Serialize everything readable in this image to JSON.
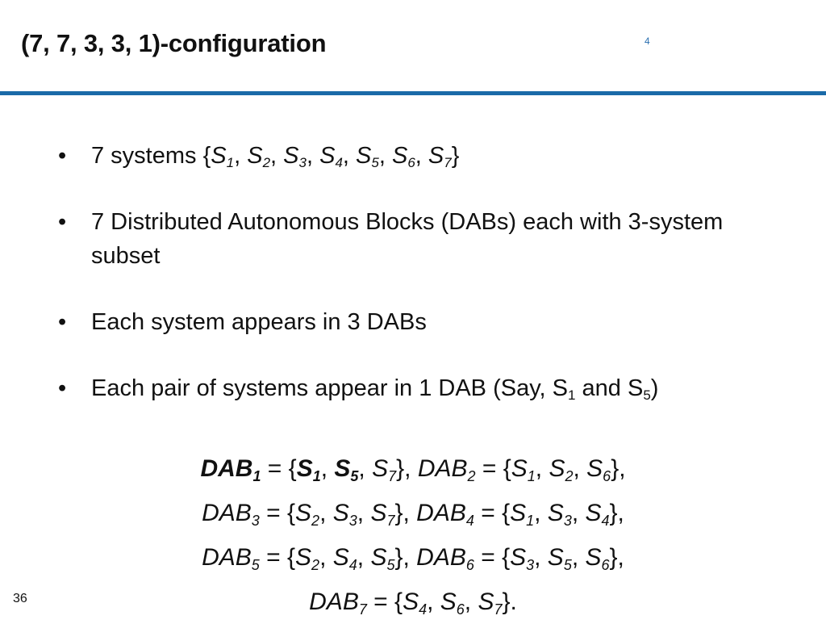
{
  "slide": {
    "title": "(7, 7, 3, 3, 1)-configuration",
    "corner_mark": "4",
    "page_number": "36"
  },
  "bullets": [
    {
      "segments": [
        {
          "text": "7 systems {"
        },
        {
          "text": "S",
          "italic": true
        },
        {
          "text": "1",
          "sub": true,
          "italic": true
        },
        {
          "text": ", "
        },
        {
          "text": "S",
          "italic": true
        },
        {
          "text": "2",
          "sub": true,
          "italic": true
        },
        {
          "text": ", "
        },
        {
          "text": "S",
          "italic": true
        },
        {
          "text": "3",
          "sub": true,
          "italic": true
        },
        {
          "text": ", "
        },
        {
          "text": "S",
          "italic": true
        },
        {
          "text": "4",
          "sub": true,
          "italic": true
        },
        {
          "text": ", "
        },
        {
          "text": "S",
          "italic": true
        },
        {
          "text": "5",
          "sub": true,
          "italic": true
        },
        {
          "text": ", "
        },
        {
          "text": "S",
          "italic": true
        },
        {
          "text": "6",
          "sub": true,
          "italic": true
        },
        {
          "text": ", "
        },
        {
          "text": "S",
          "italic": true
        },
        {
          "text": "7",
          "sub": true,
          "italic": true
        },
        {
          "text": "}"
        }
      ]
    },
    {
      "segments": [
        {
          "text": "7 Distributed Autonomous Blocks (DABs) each with 3-system subset"
        }
      ]
    },
    {
      "segments": [
        {
          "text": "Each system appears in 3 DABs"
        }
      ]
    },
    {
      "segments": [
        {
          "text": "Each pair of systems appear in 1 DAB (Say, S"
        },
        {
          "text": "1",
          "sub": true
        },
        {
          "text": " and S"
        },
        {
          "text": "5",
          "sub": true
        },
        {
          "text": ")"
        }
      ]
    }
  ],
  "dab_lines": [
    [
      {
        "text": "DAB",
        "italic": true,
        "bold": true
      },
      {
        "text": "1",
        "sub": true,
        "italic": true,
        "bold": true
      },
      {
        "text": " = {"
      },
      {
        "text": "S",
        "italic": true,
        "bold": true
      },
      {
        "text": "1",
        "sub": true,
        "italic": true,
        "bold": true
      },
      {
        "text": ", "
      },
      {
        "text": "S",
        "italic": true,
        "bold": true
      },
      {
        "text": "5",
        "sub": true,
        "italic": true,
        "bold": true
      },
      {
        "text": ", "
      },
      {
        "text": "S",
        "italic": true
      },
      {
        "text": "7",
        "sub": true,
        "italic": true
      },
      {
        "text": "}, "
      },
      {
        "text": "DAB",
        "italic": true
      },
      {
        "text": "2",
        "sub": true,
        "italic": true
      },
      {
        "text": " = {"
      },
      {
        "text": "S",
        "italic": true
      },
      {
        "text": "1",
        "sub": true,
        "italic": true
      },
      {
        "text": ", "
      },
      {
        "text": "S",
        "italic": true
      },
      {
        "text": "2",
        "sub": true,
        "italic": true
      },
      {
        "text": ", "
      },
      {
        "text": "S",
        "italic": true
      },
      {
        "text": "6",
        "sub": true,
        "italic": true
      },
      {
        "text": "},"
      }
    ],
    [
      {
        "text": "DAB",
        "italic": true
      },
      {
        "text": "3",
        "sub": true,
        "italic": true
      },
      {
        "text": " = {"
      },
      {
        "text": "S",
        "italic": true
      },
      {
        "text": "2",
        "sub": true,
        "italic": true
      },
      {
        "text": ", "
      },
      {
        "text": "S",
        "italic": true
      },
      {
        "text": "3",
        "sub": true,
        "italic": true
      },
      {
        "text": ", "
      },
      {
        "text": "S",
        "italic": true
      },
      {
        "text": "7",
        "sub": true,
        "italic": true
      },
      {
        "text": "}, "
      },
      {
        "text": "DAB",
        "italic": true
      },
      {
        "text": "4",
        "sub": true,
        "italic": true
      },
      {
        "text": " = {"
      },
      {
        "text": "S",
        "italic": true
      },
      {
        "text": "1",
        "sub": true,
        "italic": true
      },
      {
        "text": ", "
      },
      {
        "text": "S",
        "italic": true
      },
      {
        "text": "3",
        "sub": true,
        "italic": true
      },
      {
        "text": ", "
      },
      {
        "text": "S",
        "italic": true
      },
      {
        "text": "4",
        "sub": true,
        "italic": true
      },
      {
        "text": "},"
      }
    ],
    [
      {
        "text": "DAB",
        "italic": true
      },
      {
        "text": "5",
        "sub": true,
        "italic": true
      },
      {
        "text": " = {"
      },
      {
        "text": "S",
        "italic": true
      },
      {
        "text": "2",
        "sub": true,
        "italic": true
      },
      {
        "text": ", "
      },
      {
        "text": "S",
        "italic": true
      },
      {
        "text": "4",
        "sub": true,
        "italic": true
      },
      {
        "text": ", "
      },
      {
        "text": "S",
        "italic": true
      },
      {
        "text": "5",
        "sub": true,
        "italic": true
      },
      {
        "text": "}, "
      },
      {
        "text": "DAB",
        "italic": true
      },
      {
        "text": "6",
        "sub": true,
        "italic": true
      },
      {
        "text": " = {"
      },
      {
        "text": "S",
        "italic": true
      },
      {
        "text": "3",
        "sub": true,
        "italic": true
      },
      {
        "text": ", "
      },
      {
        "text": "S",
        "italic": true
      },
      {
        "text": "5",
        "sub": true,
        "italic": true
      },
      {
        "text": ", "
      },
      {
        "text": "S",
        "italic": true
      },
      {
        "text": "6",
        "sub": true,
        "italic": true
      },
      {
        "text": "},"
      }
    ],
    [
      {
        "text": "DAB",
        "italic": true
      },
      {
        "text": "7",
        "sub": true,
        "italic": true
      },
      {
        "text": " = {"
      },
      {
        "text": "S",
        "italic": true
      },
      {
        "text": "4",
        "sub": true,
        "italic": true
      },
      {
        "text": ", "
      },
      {
        "text": "S",
        "italic": true
      },
      {
        "text": "6",
        "sub": true,
        "italic": true
      },
      {
        "text": ", "
      },
      {
        "text": "S",
        "italic": true
      },
      {
        "text": "7",
        "sub": true,
        "italic": true
      },
      {
        "text": "}."
      }
    ]
  ],
  "colors": {
    "rule": "#1a6aa8",
    "text": "#111111",
    "background": "#ffffff"
  }
}
